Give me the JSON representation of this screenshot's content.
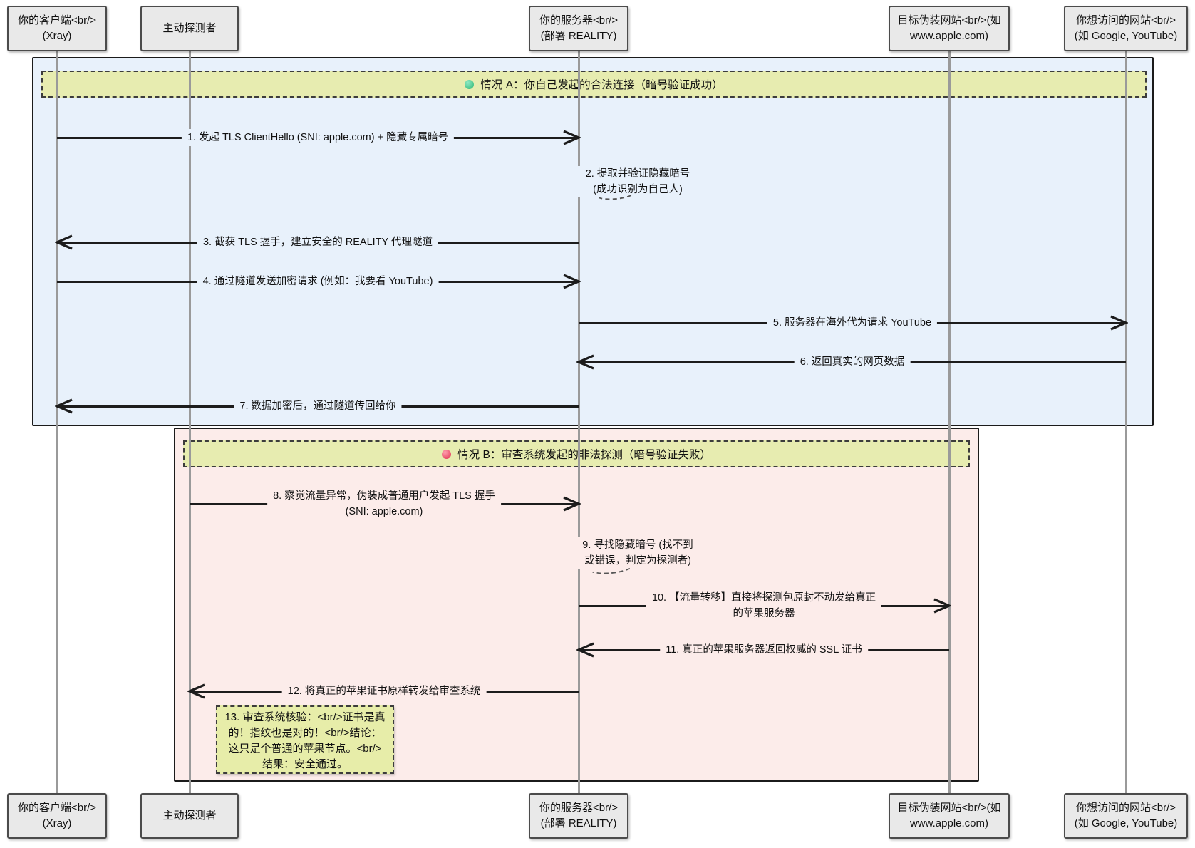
{
  "diagram": {
    "title_hint": "REALITY protocol sequence diagram",
    "actors": [
      {
        "id": "client",
        "line1": "你的客户端<br/>",
        "line2": "(Xray)"
      },
      {
        "id": "prober",
        "line1": "主动探测者",
        "line2": ""
      },
      {
        "id": "server",
        "line1": "你的服务器<br/>",
        "line2": "(部署 REALITY)"
      },
      {
        "id": "apple",
        "line1": "目标伪装网站<br/>(如",
        "line2": "www.apple.com)"
      },
      {
        "id": "sites",
        "line1": "你想访问的网站<br/>",
        "line2": "(如 Google, YouTube)"
      }
    ],
    "sections": [
      {
        "label": "情况 A：你自己发起的合法连接（暗号验证成功）",
        "badge": "green"
      },
      {
        "label": "情况 B：审查系统发起的非法探测（暗号验证失败）",
        "badge": "red"
      }
    ],
    "messages": [
      {
        "label": "1. 发起 TLS ClientHello (SNI: apple.com) + 隐藏专属暗号"
      },
      {
        "line1": "2. 提取并验证隐藏暗号",
        "line2": "(成功识别为自己人)"
      },
      {
        "label": "3. 截获 TLS 握手，建立安全的 REALITY 代理隧道"
      },
      {
        "label": "4. 通过隧道发送加密请求 (例如：我要看 YouTube)"
      },
      {
        "label": "5. 服务器在海外代为请求 YouTube"
      },
      {
        "label": "6. 返回真实的网页数据"
      },
      {
        "label": "7. 数据加密后，通过隧道传回给你"
      },
      {
        "line1": "8. 察觉流量异常，伪装成普通用户发起 TLS 握手",
        "line2": "(SNI: apple.com)"
      },
      {
        "line1": "9. 寻找隐藏暗号 (找不到",
        "line2": "或错误，判定为探测者)"
      },
      {
        "line1": "10. 【流量转移】直接将探测包原封不动发给真正",
        "line2": "的苹果服务器"
      },
      {
        "label": "11. 真正的苹果服务器返回权威的 SSL 证书"
      },
      {
        "label": "12. 将真正的苹果证书原样转发给审查系统"
      }
    ],
    "note": {
      "label": "13. 审查系统核验：<br/>证书是真的！指纹也是对的！<br/>结论：这只是个普通的苹果节点。<br/>结果：安全通过。"
    },
    "colors": {
      "case_a_bg": "#e8f1fb",
      "case_b_bg": "#fcecea",
      "section_bg": "#e7ecb0",
      "note_bg": "#e7eda9",
      "actor_bg": "#e9e9e9",
      "arrow": "#1c1c1c",
      "lifeline": "#9a9a9a",
      "green": "#2bb673",
      "red": "#e02e4d"
    }
  }
}
